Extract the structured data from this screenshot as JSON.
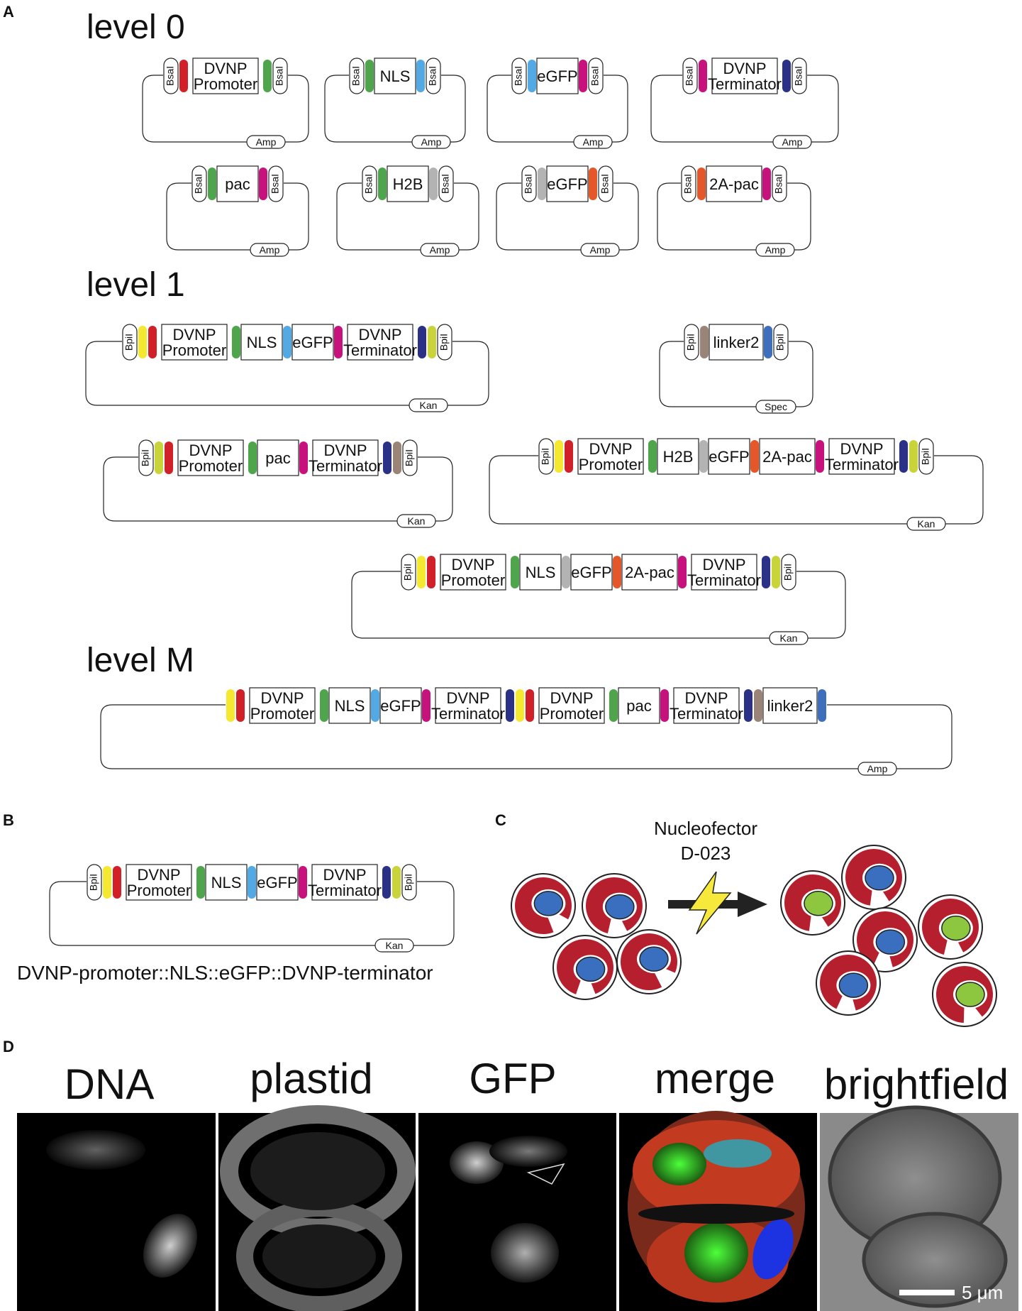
{
  "colors": {
    "red": "#d12028",
    "green": "#4fa54b",
    "lightblue": "#52a9e3",
    "magenta": "#c7127d",
    "navy": "#2b3187",
    "gray": "#b3b3b3",
    "orange": "#e4572b",
    "yellow": "#f4e830",
    "lime": "#c9d43b",
    "brown": "#9a8478",
    "blue": "#3d6fbd",
    "cellred": "#b51f2e",
    "nucblue": "#3a6fbf",
    "nucgreen": "#8dc63f",
    "bolt": "#f7e93b"
  },
  "panels": {
    "a": "A",
    "b": "B",
    "c": "C",
    "d": "D",
    "level0": "level 0",
    "level1": "level 1",
    "levelM": "level M"
  },
  "markers": {
    "amp": "Amp",
    "kan": "Kan",
    "spec": "Spec",
    "bsal": "BsaI",
    "bpil": "BpiI"
  },
  "parts": {
    "dvnp": "DVNP",
    "promoter": "Promoter",
    "terminator": "Terminator",
    "nls": "NLS",
    "egfp": "eGFP",
    "pac": "pac",
    "h2b": "H2B",
    "pac2a": "2A-pac",
    "linker2": "linker2"
  },
  "panel_b_caption": "DVNP-promoter::NLS::eGFP::DVNP-terminator",
  "panel_c": {
    "line1": "Nucleofector",
    "line2": "D-023"
  },
  "panel_d": {
    "labels": [
      "DNA",
      "plastid",
      "GFP",
      "merge",
      "brightfield"
    ],
    "scale": "5 μm"
  }
}
